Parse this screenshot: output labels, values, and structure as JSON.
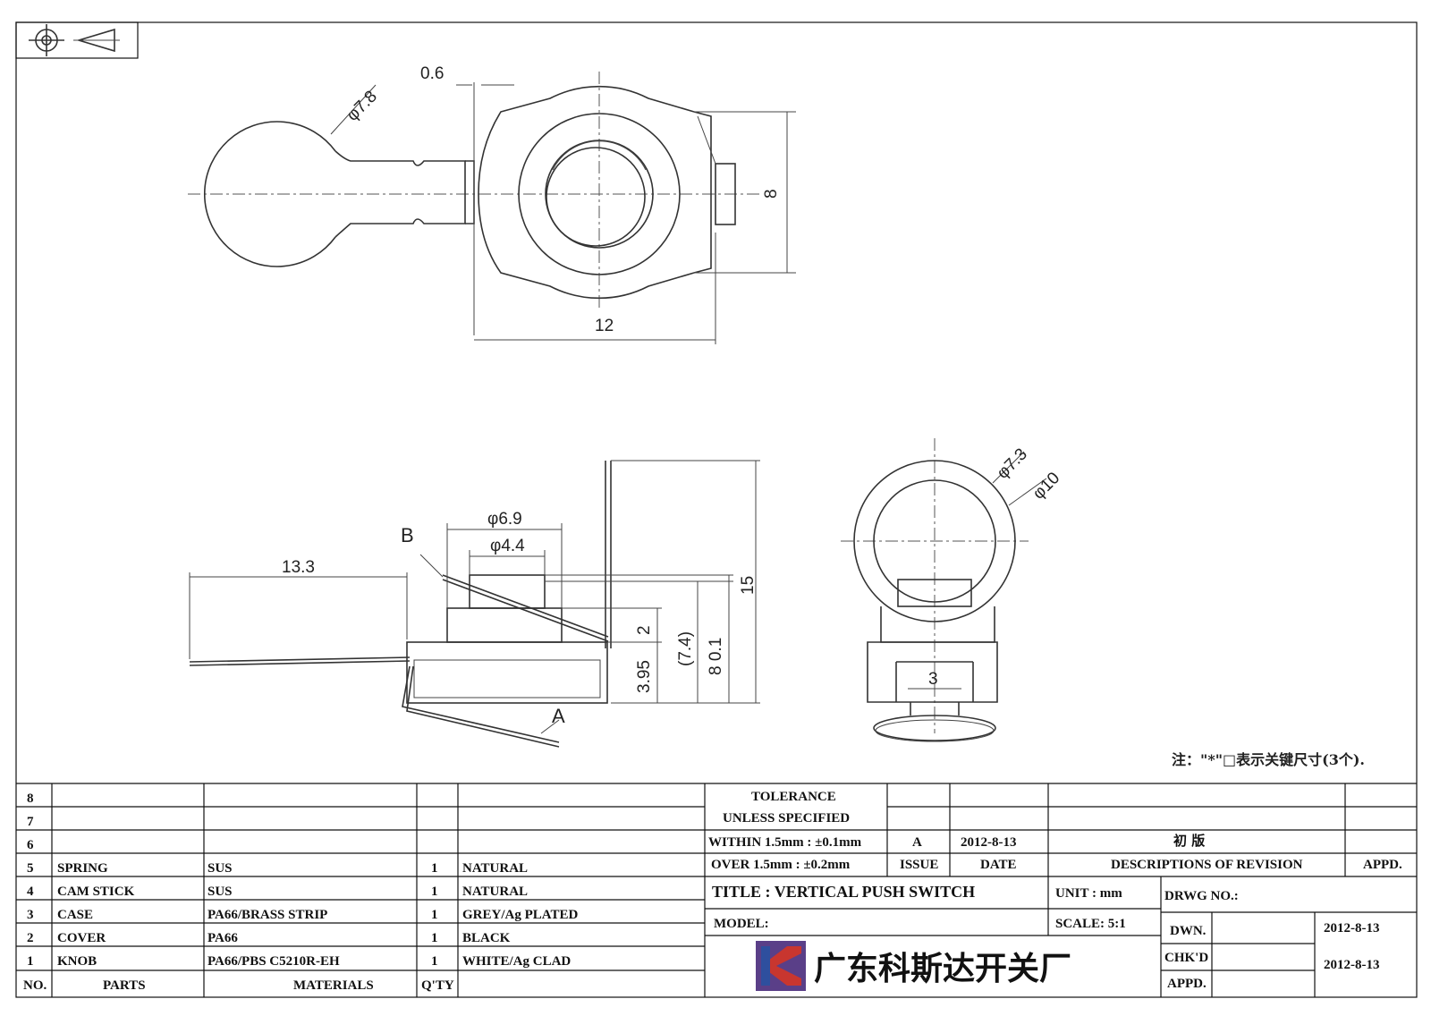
{
  "drawing": {
    "dims": {
      "d78": "φ7.8",
      "w06": "0.6",
      "h8": "8",
      "w12": "12",
      "l133": "13.3",
      "d69": "φ6.9",
      "d44": "φ4.4",
      "h15": "15",
      "h2": "2",
      "h395": "3.95",
      "h74": "(7.4)",
      "h801": "8  0.1",
      "d73": "φ7.3",
      "d10": "φ10",
      "w3": "3",
      "labelA": "A",
      "labelB": "B"
    },
    "note": "注：\"*\"□表示关键尺寸(3个)."
  },
  "bom": {
    "headers": {
      "no": "NO.",
      "parts": "PARTS",
      "materials": "MATERIALS",
      "qty": "Q'TY"
    },
    "rows": [
      {
        "no": "8",
        "part": "",
        "material": "",
        "qty": "",
        "finish": ""
      },
      {
        "no": "7",
        "part": "",
        "material": "",
        "qty": "",
        "finish": ""
      },
      {
        "no": "6",
        "part": "",
        "material": "",
        "qty": "",
        "finish": ""
      },
      {
        "no": "5",
        "part": "SPRING",
        "material": "SUS",
        "qty": "1",
        "finish": "NATURAL"
      },
      {
        "no": "4",
        "part": "CAM STICK",
        "material": "SUS",
        "qty": "1",
        "finish": "NATURAL"
      },
      {
        "no": "3",
        "part": "CASE",
        "material": "PA66/BRASS STRIP",
        "qty": "1",
        "finish": "GREY/Ag PLATED"
      },
      {
        "no": "2",
        "part": "COVER",
        "material": "PA66",
        "qty": "1",
        "finish": "BLACK"
      },
      {
        "no": "1",
        "part": "KNOB",
        "material": "PA66/PBS C5210R-EH",
        "qty": "1",
        "finish": "WHITE/Ag CLAD"
      }
    ]
  },
  "titleblock": {
    "tol1": "TOLERANCE",
    "tol2": "UNLESS  SPECIFIED",
    "tol3": "WITHIN 1.5mm : ±0.1mm",
    "tol4": "OVER 1.5mm : ±0.2mm",
    "issue_val": "A",
    "date_val": "2012-8-13",
    "rev_desc": "初  版",
    "issue_hdr": "ISSUE",
    "date_hdr": "DATE",
    "desc_hdr": "DESCRIPTIONS OF REVISION",
    "appd_hdr": "APPD.",
    "title": "TITLE :  VERTICAL PUSH SWITCH",
    "unit": "UNIT :  mm",
    "drwg": "DRWG NO.:",
    "model": "MODEL:",
    "scale": "SCALE:  5:1",
    "dwn": "DWN.",
    "dwn_date": "2012-8-13",
    "chkd": "CHK'D",
    "chk_date": "2012-8-13",
    "appd": "APPD.",
    "company": "广东科斯达开关厂"
  },
  "colors": {
    "logo_blue": "#2e4f9e",
    "logo_red": "#c8362f",
    "logo_purple": "#5a3f88"
  }
}
